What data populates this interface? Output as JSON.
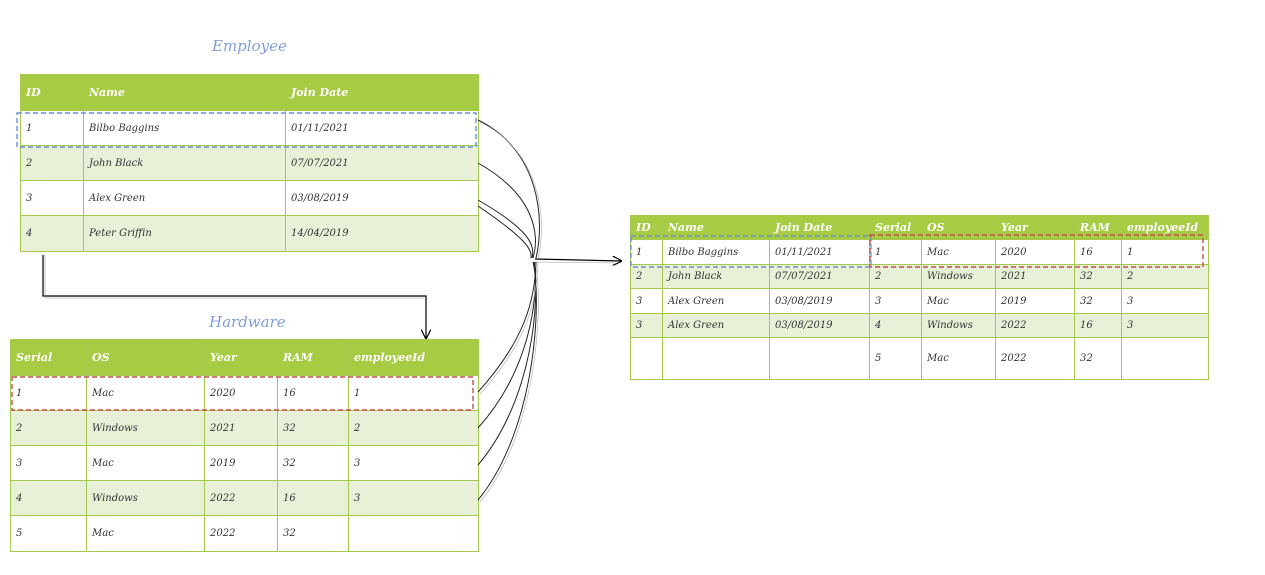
{
  "employee": {
    "title": "Employee",
    "headers": [
      "ID",
      "Name",
      "Join Date"
    ],
    "rows": [
      [
        "1",
        "Bilbo Baggins",
        "01/11/2021"
      ],
      [
        "2",
        "John Black",
        "07/07/2021"
      ],
      [
        "3",
        "Alex Green",
        "03/08/2019"
      ],
      [
        "4",
        "Peter Griffin",
        "14/04/2019"
      ]
    ]
  },
  "hardware": {
    "title": "Hardware",
    "headers": [
      "Serial",
      "OS",
      "Year",
      "RAM",
      "employeeId"
    ],
    "rows": [
      [
        "1",
        "Mac",
        "2020",
        "16",
        "1"
      ],
      [
        "2",
        "Windows",
        "2021",
        "32",
        "2"
      ],
      [
        "3",
        "Mac",
        "2019",
        "32",
        "3"
      ],
      [
        "4",
        "Windows",
        "2022",
        "16",
        "3"
      ],
      [
        "5",
        "Mac",
        "2022",
        "32",
        ""
      ]
    ]
  },
  "joined": {
    "headers": [
      "ID",
      "Name",
      "Join Date",
      "Serial",
      "OS",
      "Year",
      "RAM",
      "employeeId"
    ],
    "rows": [
      [
        "1",
        "Bilbo Baggins",
        "01/11/2021",
        "1",
        "Mac",
        "2020",
        "16",
        "1"
      ],
      [
        "2",
        "John Black",
        "07/07/2021",
        "2",
        "Windows",
        "2021",
        "32",
        "2"
      ],
      [
        "3",
        "Alex Green",
        "03/08/2019",
        "3",
        "Mac",
        "2019",
        "32",
        "3"
      ],
      [
        "3",
        "Alex Green",
        "03/08/2019",
        "4",
        "Windows",
        "2022",
        "16",
        "3"
      ],
      [
        "",
        "",
        "",
        "5",
        "Mac",
        "2022",
        "32",
        ""
      ]
    ]
  },
  "colors": {
    "header_green": "#a7cb42",
    "row_tint": "#e8f1d8",
    "title_blue": "#7f9fd6",
    "dash_blue": "#6e8fd1",
    "dash_red": "#c0504d"
  }
}
